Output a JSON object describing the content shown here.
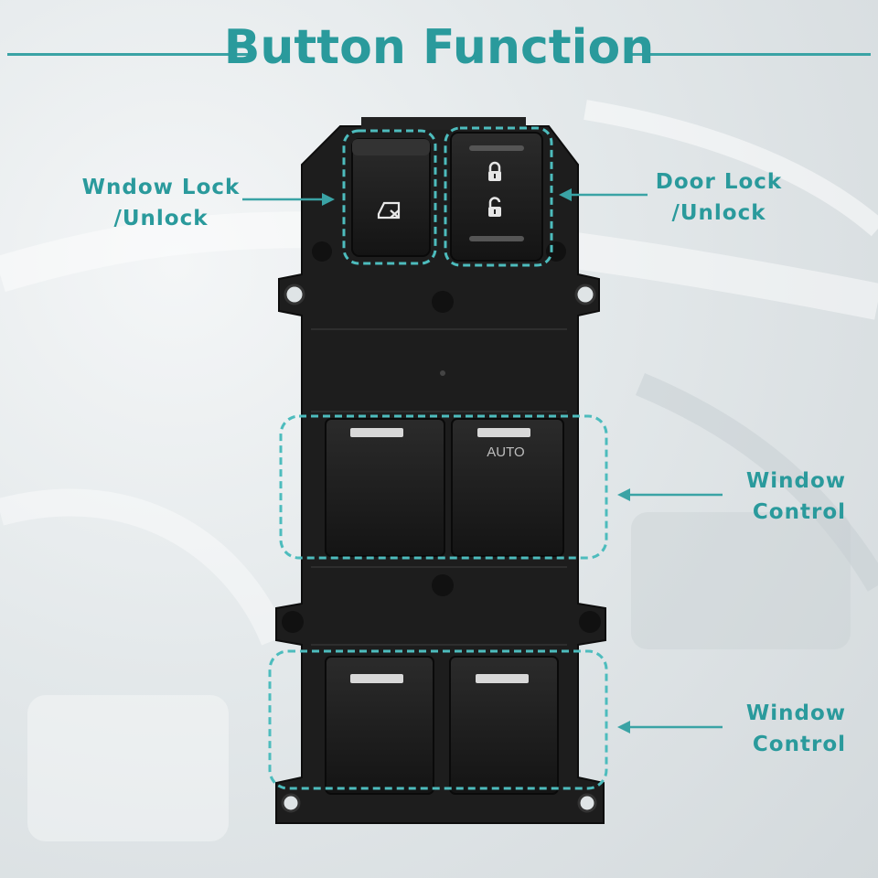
{
  "title": "Button Function",
  "labels": {
    "window_lock_line1": "Wndow Lock",
    "window_lock_line2": "/Unlock",
    "door_lock_line1": "Door Lock",
    "door_lock_line2": "/Unlock",
    "window_control_upper_line1": "Window",
    "window_control_upper_line2": "Control",
    "window_control_lower_line1": "Window",
    "window_control_lower_line2": "Control"
  },
  "buttons": {
    "auto_label": "AUTO"
  },
  "colors": {
    "accent": "#2a9a9c",
    "switch_body": "#1c1c1c"
  }
}
